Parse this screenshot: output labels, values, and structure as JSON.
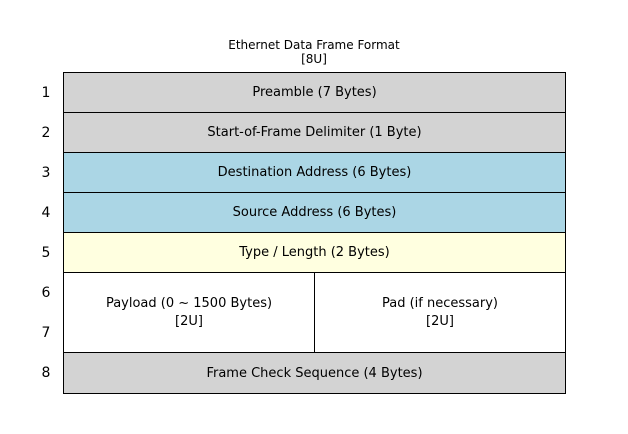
{
  "diagram": {
    "title": "Ethernet Data Frame Format",
    "subtitle": "[8U]"
  },
  "colors": {
    "gray": "#d3d3d3",
    "blue": "#abd6e5",
    "yellow": "#ffffe0",
    "white": "#ffffff"
  },
  "rows": [
    {
      "numbers": [
        "1"
      ],
      "cells": [
        {
          "label": "Preamble (7 Bytes)",
          "color": "gray"
        }
      ]
    },
    {
      "numbers": [
        "2"
      ],
      "cells": [
        {
          "label": "Start-of-Frame Delimiter (1 Byte)",
          "color": "gray"
        }
      ]
    },
    {
      "numbers": [
        "3"
      ],
      "cells": [
        {
          "label": "Destination Address (6 Bytes)",
          "color": "blue"
        }
      ]
    },
    {
      "numbers": [
        "4"
      ],
      "cells": [
        {
          "label": "Source Address (6 Bytes)",
          "color": "blue"
        }
      ]
    },
    {
      "numbers": [
        "5"
      ],
      "cells": [
        {
          "label": "Type / Length (2 Bytes)",
          "color": "yellow"
        }
      ]
    },
    {
      "numbers": [
        "6",
        "7"
      ],
      "cells": [
        {
          "label": "Payload (0 ~ 1500 Bytes)",
          "sublabel": "[2U]",
          "color": "white"
        },
        {
          "label": "Pad (if necessary)",
          "sublabel": "[2U]",
          "color": "white"
        }
      ]
    },
    {
      "numbers": [
        "8"
      ],
      "cells": [
        {
          "label": "Frame Check Sequence (4 Bytes)",
          "color": "gray"
        }
      ]
    }
  ]
}
